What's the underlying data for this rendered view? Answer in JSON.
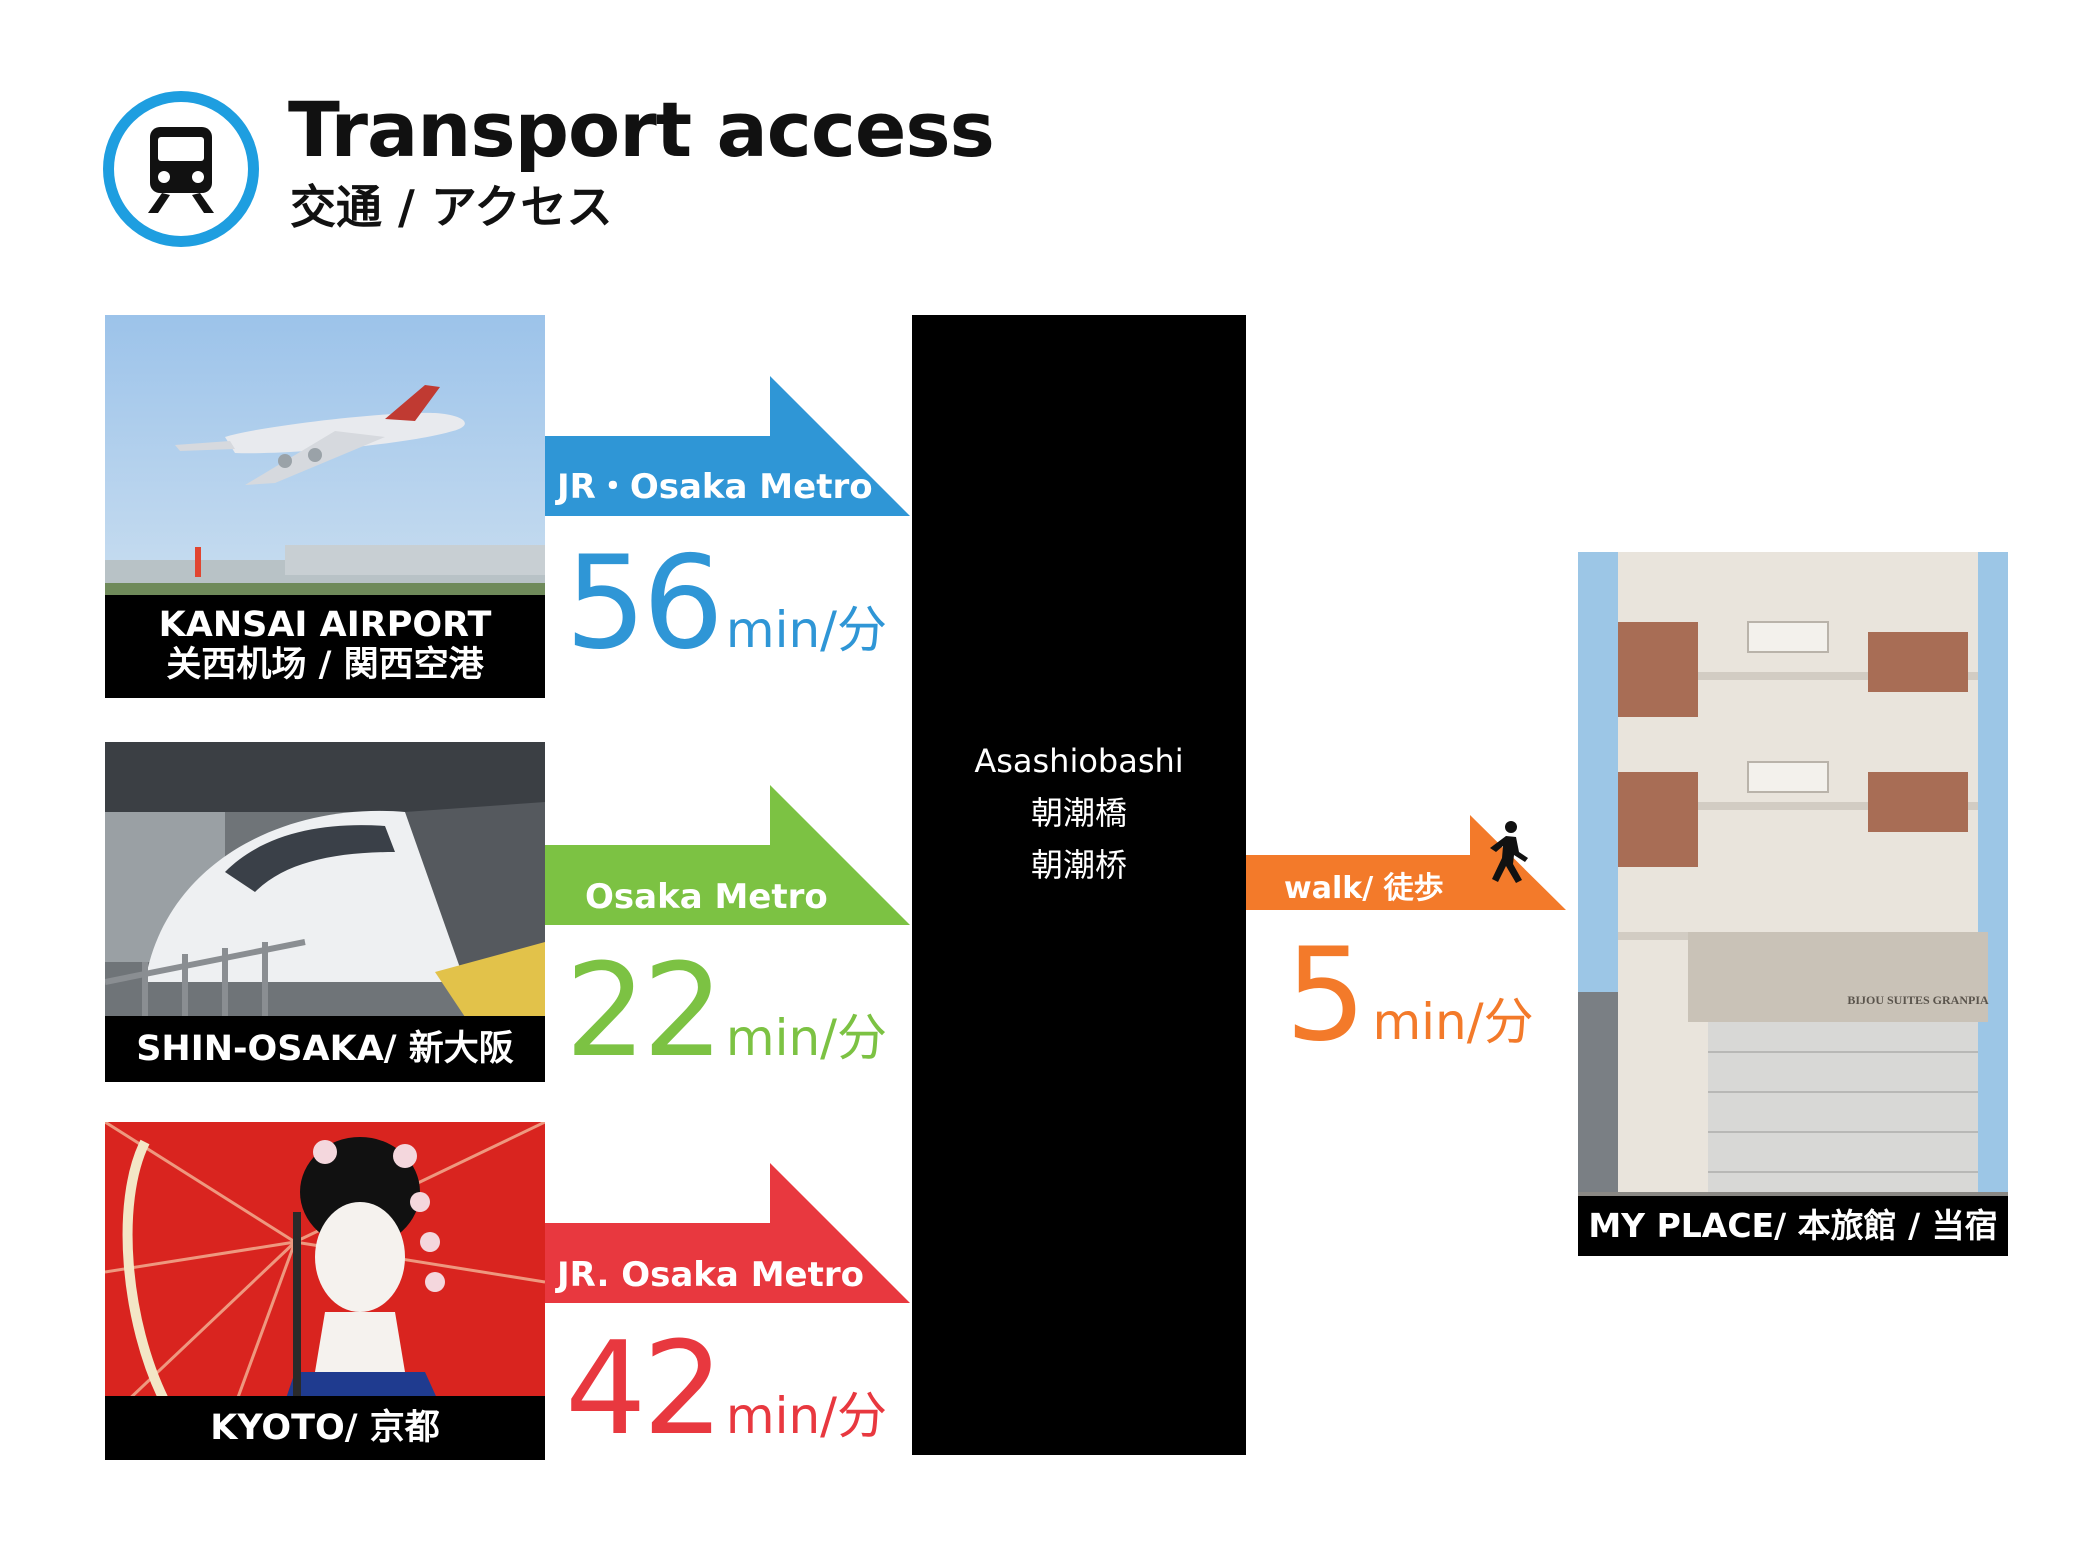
{
  "header": {
    "icon": "train-icon",
    "title": "Transport access",
    "subtitle": "交通 / アクセス",
    "accent": "#1e9ee0"
  },
  "origins": [
    {
      "id": "kansai",
      "caption_line1": "KANSAI AIRPORT",
      "caption_line2": "关西机场 / 関西空港",
      "photo": "airplane-photo",
      "route_label": "JR・Osaka Metro",
      "minutes": "56",
      "unit": "min/分",
      "color": "#2f96d6"
    },
    {
      "id": "shin-osaka",
      "caption_line1": "SHIN-OSAKA/ 新大阪",
      "photo": "bullet-train-photo",
      "route_label": "Osaka Metro",
      "minutes": "22",
      "unit": "min/分",
      "color": "#7cc243"
    },
    {
      "id": "kyoto",
      "caption_line1": "KYOTO/ 京都",
      "photo": "geisha-umbrella-photo",
      "route_label": "JR. Osaka Metro",
      "minutes": "42",
      "unit": "min/分",
      "color": "#e8383f"
    }
  ],
  "station": {
    "name_en": "Asashiobashi",
    "name_ja": "朝潮橋",
    "name_zh": "朝潮桥"
  },
  "walk": {
    "label": "walk/ 徒歩",
    "minutes": "5",
    "unit": "min/分",
    "color": "#f37a2a",
    "icon": "walking-person-icon"
  },
  "destination": {
    "caption": "MY PLACE/ 本旅館 / 当宿",
    "photo": "building-photo",
    "sign_text": "BIJOU SUITES GRANPIA"
  }
}
